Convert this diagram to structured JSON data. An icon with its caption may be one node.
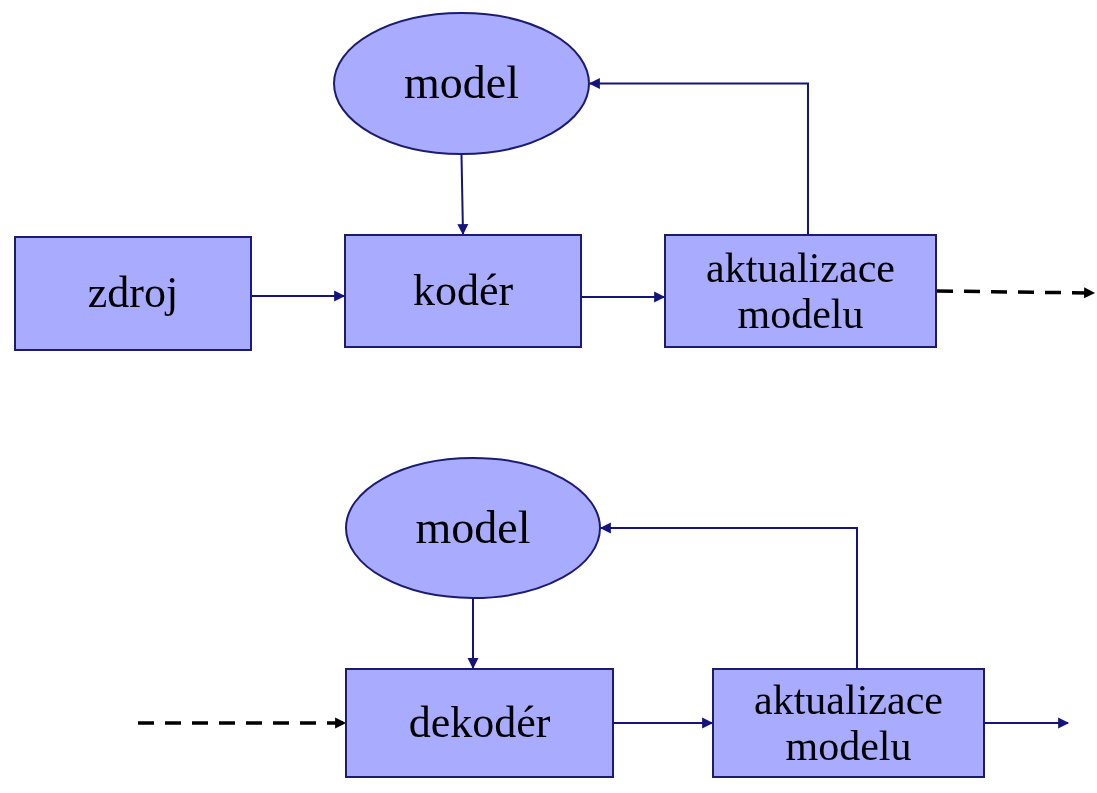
{
  "diagram": {
    "nodes": [
      {
        "text": [
          "model"
        ]
      },
      {
        "text": [
          "zdroj"
        ]
      },
      {
        "text": [
          "kodér"
        ]
      },
      {
        "text": [
          "aktualizace modelu"
        ]
      },
      {
        "text": [
          "model"
        ]
      },
      {
        "text": [
          "dekodér"
        ]
      },
      {
        "text": [
          "aktualizace modelu"
        ]
      }
    ],
    "edges": [
      {
        "from": 0,
        "to": 2,
        "arrow": "to"
      },
      {
        "from": 1,
        "to": 2,
        "arrow": "to"
      },
      {
        "from": 2,
        "to": 3,
        "arrow": "to"
      },
      {
        "from": 3,
        "to": 0,
        "arrow": "to"
      },
      {
        "from": 3,
        "to": null,
        "arrow": "to",
        "style": "dashed",
        "color": "#000000"
      },
      {
        "from": null,
        "to": 5,
        "arrow": "to",
        "style": "dashed",
        "color": "#000000"
      },
      {
        "from": 4,
        "to": 5,
        "arrow": "to"
      },
      {
        "from": 5,
        "to": 6,
        "arrow": "to"
      },
      {
        "from": 6,
        "to": 4,
        "arrow": "to"
      },
      {
        "from": 6,
        "to": null,
        "arrow": "to"
      }
    ]
  }
}
